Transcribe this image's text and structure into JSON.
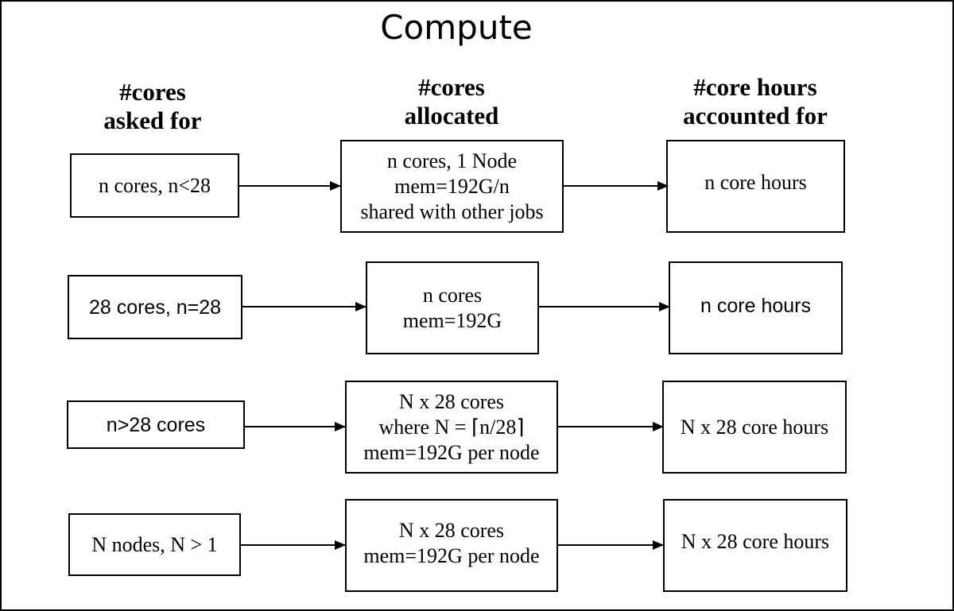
{
  "title": "Compute",
  "headers": {
    "asked": [
      "#cores",
      "asked for"
    ],
    "allocated": [
      "#cores",
      "allocated"
    ],
    "accounted": [
      "#core hours",
      "accounted for"
    ]
  },
  "rows": [
    {
      "asked": [
        "n cores, n<28"
      ],
      "allocated": [
        "n cores, 1 Node",
        "mem=192G/n",
        "shared with other jobs"
      ],
      "accounted": [
        "n core hours"
      ]
    },
    {
      "asked": [
        "28 cores, n=28"
      ],
      "allocated": [
        "n cores",
        "mem=192G"
      ],
      "accounted": [
        "n core hours"
      ]
    },
    {
      "asked": [
        "n>28 cores"
      ],
      "allocated": [
        "N x 28 cores",
        "where N = ⌈n/28⌉",
        "mem=192G per node"
      ],
      "accounted": [
        "N x 28 core hours"
      ]
    },
    {
      "asked": [
        "N nodes, N > 1"
      ],
      "allocated": [
        "N x 28 cores",
        "mem=192G per node"
      ],
      "accounted": [
        "N x 28 core hours"
      ]
    }
  ]
}
